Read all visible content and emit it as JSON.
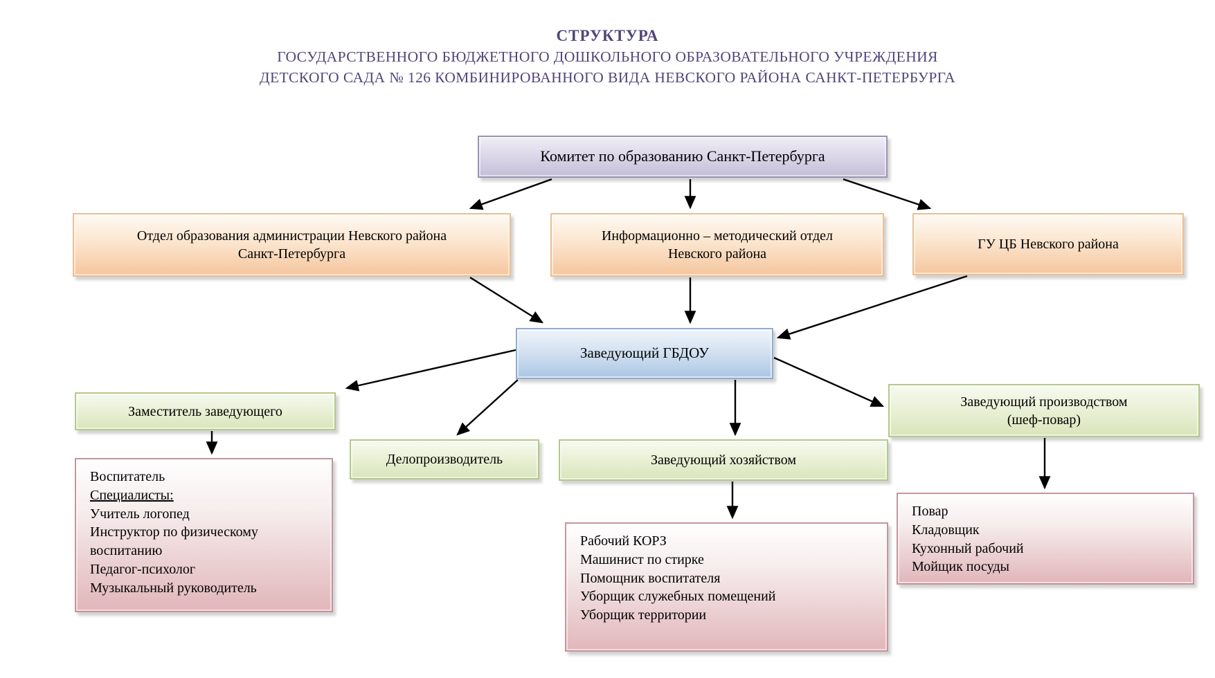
{
  "title": {
    "line1": "СТРУКТУРА",
    "line2": "ГОСУДАРСТВЕННОГО БЮДЖЕТНОГО ДОШКОЛЬНОГО ОБРАЗОВАТЕЛЬНОГО УЧРЕЖДЕНИЯ",
    "line3": "ДЕТСКОГО САДА № 126 КОМБИНИРОВАННОГО ВИДА НЕВСКОГО РАЙОНА САНКТ-ПЕТЕРБУРГА"
  },
  "nodes": {
    "committee": {
      "label": "Комитет по образованию Санкт-Петербурга"
    },
    "otdel": {
      "line1": "Отдел образования администрации Невского района",
      "line2": "Санкт-Петербурга"
    },
    "imc": {
      "line1": "Информационно – методический отдел",
      "line2": "Невского района"
    },
    "gucb": {
      "label": "ГУ ЦБ Невского района"
    },
    "head": {
      "label": "Заведующий ГБДОУ"
    },
    "zam": {
      "label": "Заместитель заведующего"
    },
    "delo": {
      "label": "Делопроизводитель"
    },
    "zavhoz": {
      "label": "Заведующий хозяйством"
    },
    "zavproiz": {
      "line1": "Заведующий производством",
      "line2": "(шеф-повар)"
    },
    "pedagogs": {
      "lines": [
        "Воспитатель",
        "Специалисты:",
        "Учитель логопед",
        "Инструктор по физическому воспитанию",
        "Педагог-психолог",
        "Музыкальный руководитель"
      ]
    },
    "hozstaff": {
      "lines": [
        "Рабочий КОРЗ",
        "Машинист по стирке",
        "Помощник воспитателя",
        "Уборщик служебных помещений",
        "Уборщик территории"
      ]
    },
    "kitchen": {
      "lines": [
        "Повар",
        "Кладовщик",
        "Кухонный рабочий",
        "Мойщик посуды"
      ]
    }
  },
  "colors": {
    "title_text": "#534579",
    "lavender_fill": "#c5bed9",
    "lavender_border": "#9a92b5",
    "orange_fill": "#f5c69e",
    "orange_border": "#ecbe92",
    "blue_fill": "#abc7e4",
    "blue_border": "#8eaed3",
    "green_fill": "#d9e5bb",
    "green_border": "#b4c98b",
    "pink_fill": "#e1b6ba",
    "pink_border": "#c6949b",
    "arrow": "#000000"
  }
}
